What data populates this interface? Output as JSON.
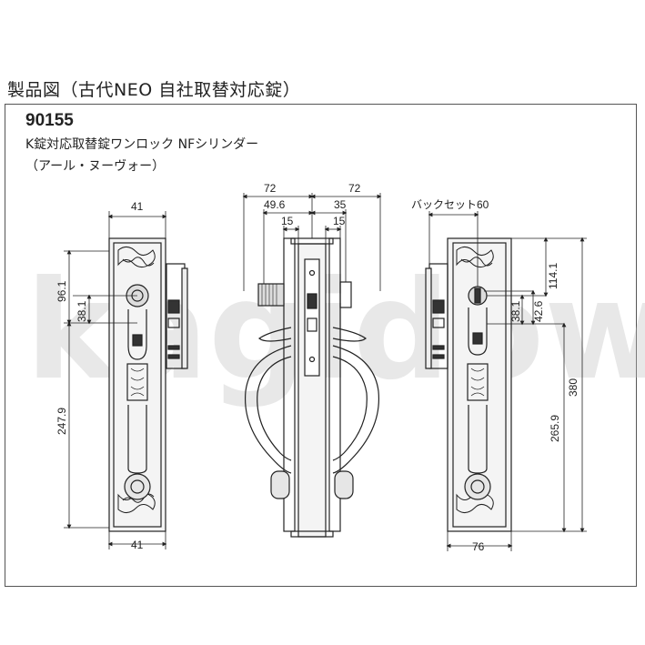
{
  "title": "製品図（古代NEO 自社取替対応錠）",
  "model_number": "90155",
  "product_name": "K錠対応取替錠ワンロック NFシリンダー",
  "design_name": "（アール・ヌーヴォー）",
  "watermark": "kagidown",
  "dimensions": {
    "left_top_width": "41",
    "left_bottom_width": "41",
    "left_96": "96.1",
    "left_38": "38.1",
    "left_247": "247.9",
    "side_72_left": "72",
    "side_72_right": "72",
    "side_49": "49.6",
    "side_35": "35",
    "side_15_left": "15",
    "side_15_right": "15",
    "backset": "バックセット60",
    "right_114": "114.1",
    "right_38": "38.1",
    "right_42": "42.6",
    "right_380": "380",
    "right_265": "265.9",
    "right_bottom_width": "76"
  }
}
